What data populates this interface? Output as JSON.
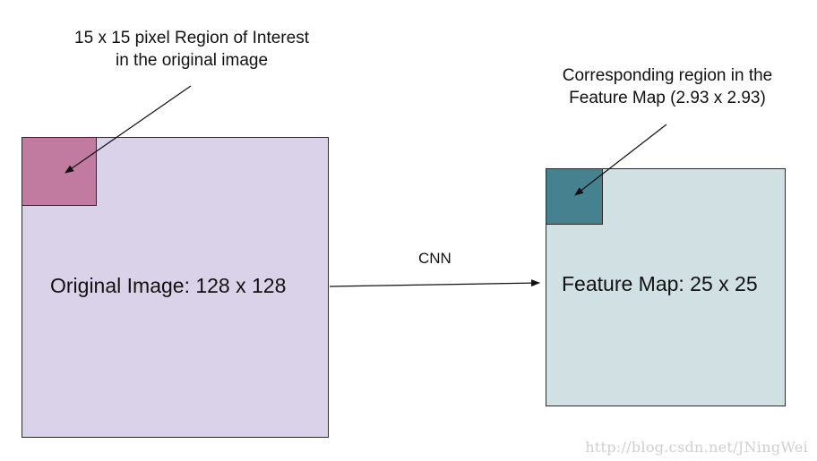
{
  "original_image": {
    "label": "Original Image: 128 x 128"
  },
  "roi_annotation": {
    "line1": "15 x 15 pixel Region of Interest",
    "line2": "in the original image"
  },
  "feature_map": {
    "label": "Feature Map: 25 x 25"
  },
  "feature_annotation": {
    "line1": "Corresponding region in the",
    "line2": "Feature Map (2.93 x 2.93)"
  },
  "connector": {
    "label": "CNN"
  },
  "watermark": "http://blog.csdn.net/JNingWei",
  "colors": {
    "original_fill": "#d9d2e9",
    "roi_fill": "#c27ba0",
    "feature_fill": "#d0e0e3",
    "feature_roi_fill": "#45818e",
    "outline": "#2b2b2b"
  }
}
